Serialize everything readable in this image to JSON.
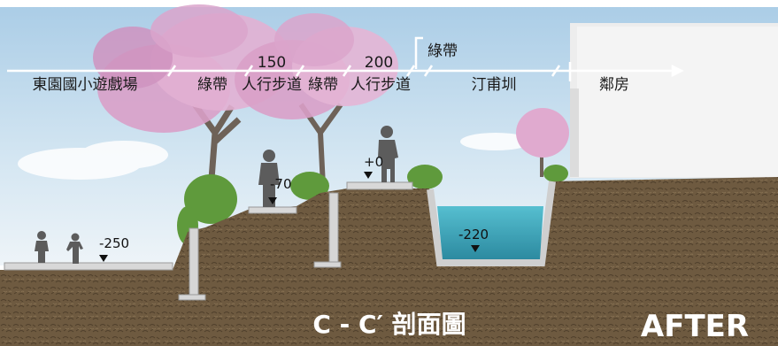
{
  "zones": {
    "playground": "東園國小遊戲場",
    "green_belt_1": "綠帶",
    "sidewalk_1": "人行步道",
    "green_belt_2": "綠帶",
    "sidewalk_2": "人行步道",
    "green_belt_3": "綠帶",
    "canal": "汀甫圳",
    "neighbor_house": "鄰房"
  },
  "widths": {
    "sidewalk_1": "150",
    "sidewalk_2": "200"
  },
  "levels": {
    "ground": "-250",
    "sidewalk_1": "-70",
    "sidewalk_2": "+0",
    "canal_water": "-220"
  },
  "section_title": "C - C′  剖面圖",
  "stage_label": "AFTER",
  "colors": {
    "soil": "#6e5a40",
    "water": "#3fa9bd",
    "sky": "#bcd8ec",
    "blossom": "#d9a0c8",
    "house": "#ededed"
  }
}
